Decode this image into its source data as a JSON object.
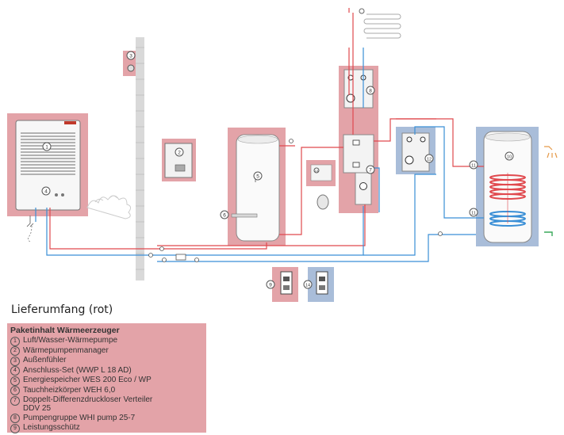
{
  "caption": "Lieferumfang (rot)",
  "legend": {
    "title": "Paketinhalt Wärmeerzeuger",
    "items": [
      {
        "num": "1",
        "text": "Luft/Wasser-Wärmepumpe"
      },
      {
        "num": "2",
        "text": "Wärmepumpenmanager"
      },
      {
        "num": "3",
        "text": "Außenfühler"
      },
      {
        "num": "4",
        "text": "Anschluss-Set (WWP L 18 AD)"
      },
      {
        "num": "5",
        "text": "Energiespeicher WES 200 Eco / WP"
      },
      {
        "num": "6",
        "text": "Tauchheizkörper WEH 6,0"
      },
      {
        "num": "7",
        "text": "Doppelt-Differenzdruckloser Verteiler\nDDV 25"
      },
      {
        "num": "8",
        "text": "Pumpengruppe WHI pump 25-7"
      },
      {
        "num": "9",
        "text": "Leistungsschütz"
      }
    ]
  },
  "markers": {
    "m1": "1",
    "m2": "2",
    "m3": "3",
    "m4": "4",
    "m5": "5",
    "m6": "6",
    "m7": "7",
    "m8": "8",
    "m9": "9",
    "m10": "10",
    "m11a": "11",
    "m11b": "11",
    "m12": "12",
    "m13": "13",
    "m14": "14"
  },
  "colors": {
    "supply_red": "#e0494e",
    "return_blue": "#3a8fd6",
    "delivered_bg": "#e3a3a8",
    "optional_bg": "#a9bdd9"
  }
}
